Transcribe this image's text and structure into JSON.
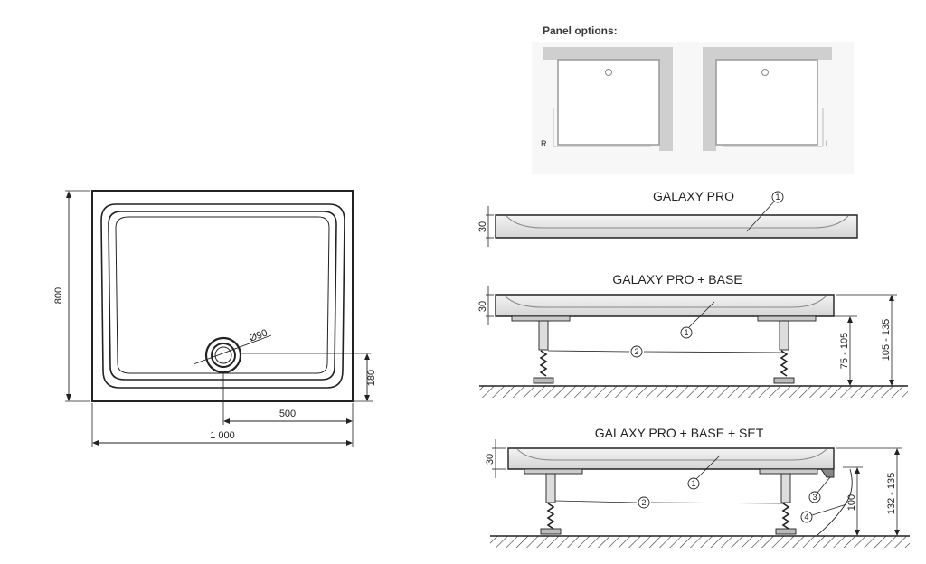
{
  "top_view": {
    "dim_width": "1 000",
    "dim_height": "800",
    "dim_drain_x": "500",
    "dim_drain_y": "180",
    "drain_diameter": "Ø90"
  },
  "panel_options": {
    "title": "Panel options:",
    "right_letter": "R",
    "left_letter": "L"
  },
  "sections": [
    {
      "title": "GALAXY PRO",
      "dim_tray": "30"
    },
    {
      "title": "GALAXY PRO + BASE",
      "dim_tray": "30",
      "dim_legs": "75 - 105",
      "dim_total": "105 - 135"
    },
    {
      "title": "GALAXY PRO + BASE + SET",
      "dim_tray": "30",
      "dim_legs": "100",
      "dim_total": "132 - 135"
    }
  ],
  "callouts": {
    "one": "1",
    "two": "2",
    "three": "3",
    "four": "4"
  },
  "colors": {
    "line": "#222222",
    "tray_fill": "#e6e6e6",
    "panel_fill": "#d0d0d0",
    "hatch": "#333333"
  }
}
